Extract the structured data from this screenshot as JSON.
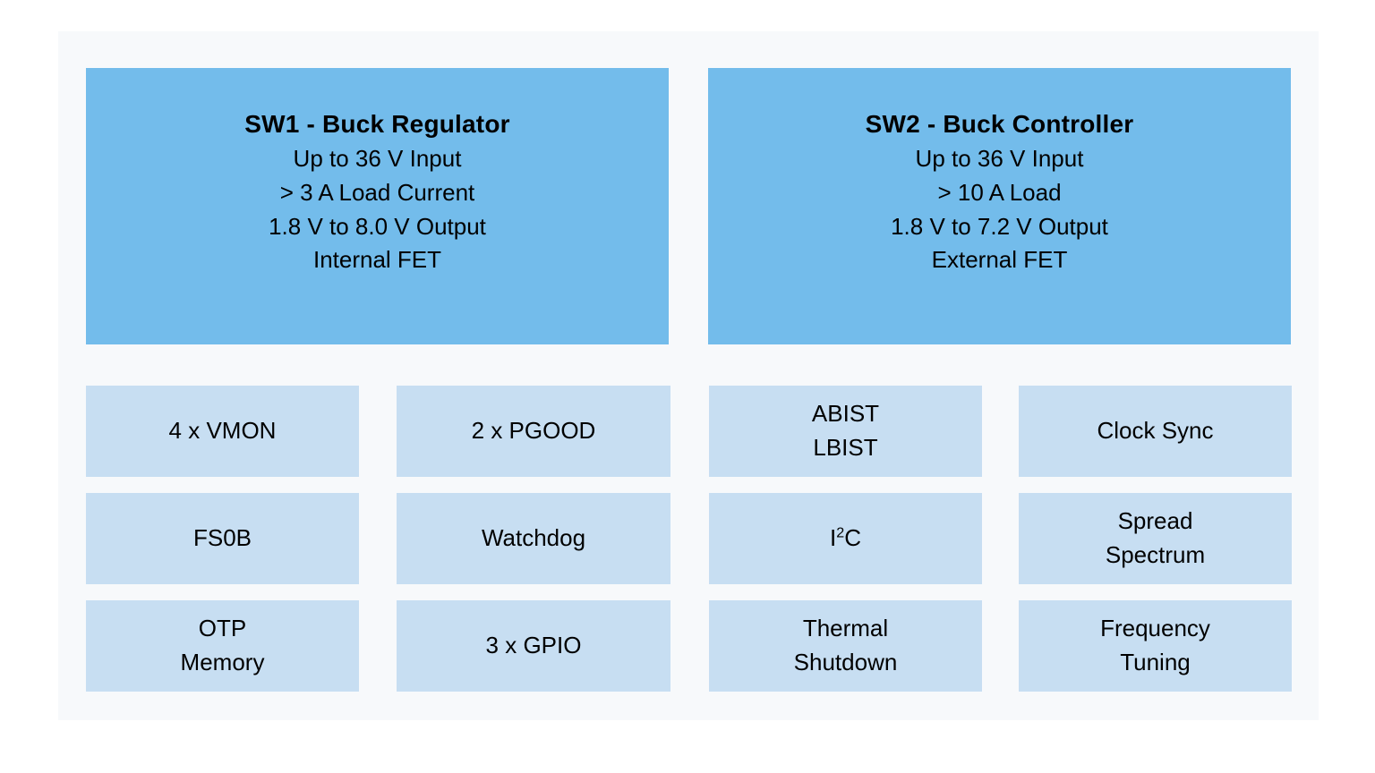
{
  "colors": {
    "page_background": "#ffffff",
    "panel_background": "#f7f9fb",
    "regulator_block": "#73bceb",
    "feature_block": "#c7def2",
    "text": "#000000"
  },
  "regulators": [
    {
      "title": "SW1 - Buck Regulator",
      "specs": [
        "Up to 36 V Input",
        "> 3 A Load Current",
        "1.8 V to 8.0 V Output",
        "Internal FET"
      ]
    },
    {
      "title": "SW2 - Buck Controller",
      "specs": [
        "Up to 36 V Input",
        "> 10 A Load",
        "1.8 V to 7.2 V Output",
        "External FET"
      ]
    }
  ],
  "features": {
    "rows": [
      {
        "cells": [
          {
            "lines": [
              "4 x VMON"
            ]
          },
          {
            "lines": [
              "2 x PGOOD"
            ]
          },
          {
            "lines": [
              "ABIST",
              "LBIST"
            ]
          },
          {
            "lines": [
              "Clock Sync"
            ]
          }
        ]
      },
      {
        "cells": [
          {
            "lines": [
              "FS0B"
            ]
          },
          {
            "lines": [
              "Watchdog"
            ]
          },
          {
            "lines": [
              "I2C"
            ],
            "html_lines": [
              "I<sup>2</sup>C"
            ]
          },
          {
            "lines": [
              "Spread",
              "Spectrum"
            ]
          }
        ]
      },
      {
        "cells": [
          {
            "lines": [
              "OTP",
              "Memory"
            ]
          },
          {
            "lines": [
              "3 x GPIO"
            ]
          },
          {
            "lines": [
              "Thermal",
              "Shutdown"
            ]
          },
          {
            "lines": [
              "Frequency",
              "Tuning"
            ]
          }
        ]
      }
    ]
  }
}
